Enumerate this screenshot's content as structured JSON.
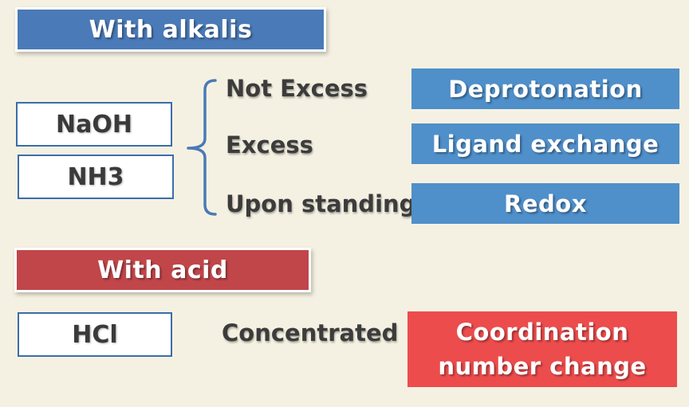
{
  "colors": {
    "background": "#f5f1e2",
    "alkali_banner": "#4a7ab7",
    "acid_banner": "#c0464a",
    "result_blue": "#4f8fca",
    "result_red": "#ec4c4c",
    "reagent_border": "#3a6dac"
  },
  "alkali_section": {
    "header": "With alkalis",
    "reagents": [
      "NaOH",
      "NH3"
    ],
    "conditions": [
      "Not Excess",
      "Excess",
      "Upon standing"
    ],
    "results": [
      "Deprotonation",
      "Ligand exchange",
      "Redox"
    ]
  },
  "acid_section": {
    "header": "With acid",
    "reagent": "HCl",
    "condition": "Concentrated",
    "result": "Coordination number change"
  }
}
